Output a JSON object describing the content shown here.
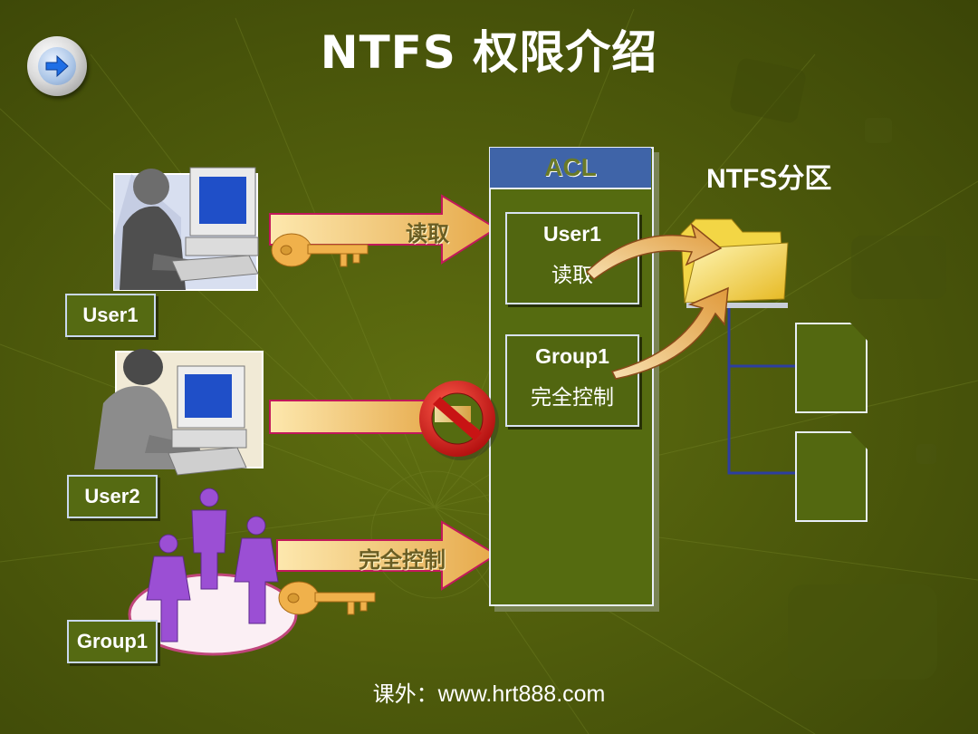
{
  "title": "NTFS 权限介绍",
  "nav_button": {
    "icon": "arrow-right-icon"
  },
  "users": [
    {
      "label": "User1"
    },
    {
      "label": "User2"
    },
    {
      "label": "Group1"
    }
  ],
  "arrows": {
    "user1_permission": "读取",
    "group1_permission": "完全控制"
  },
  "acl": {
    "header": "ACL",
    "entries": [
      {
        "principal": "User1",
        "permission": "读取"
      },
      {
        "principal": "Group1",
        "permission": "完全控制"
      }
    ]
  },
  "partition_label": "NTFS分区",
  "footer": {
    "prefix": "课外：",
    "url": "www.hrt888.com"
  },
  "colors": {
    "background": "#4f5c0c",
    "acl_header": "#3f64a8",
    "arrow_fill": "#f2c46a",
    "group_figures": "#9b4fd4"
  }
}
